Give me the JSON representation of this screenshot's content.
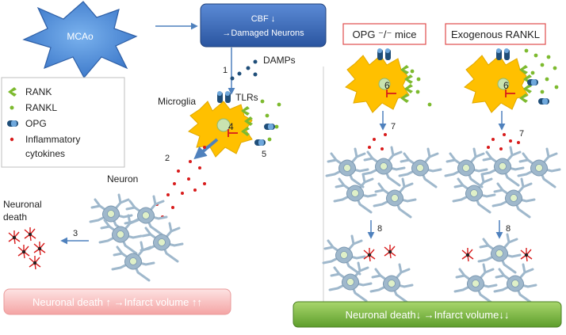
{
  "nodes": {
    "mcao": "MCAo",
    "cbf_line1": "CBF ↓",
    "cbf_line2": "→Damaged Neurons",
    "damps": "DAMPs",
    "microglia": "Microglia",
    "tlrs": "TLRs",
    "neuron": "Neuron",
    "neuronal_death_line1": "Neuronal",
    "neuronal_death_line2": "death",
    "opg_mice": "OPG ⁻/⁻ mice",
    "exogenous_rankl": "Exogenous RANKL"
  },
  "steps": [
    "1",
    "2",
    "3",
    "4",
    "5",
    "6",
    "6",
    "7",
    "7",
    "8",
    "8"
  ],
  "legend": {
    "rank": "RANK",
    "rankl": "RANKL",
    "opg": "OPG",
    "cytokines_line1": "Inflammatory",
    "cytokines_line2": "cytokines"
  },
  "outcomes": {
    "left": "Neuronal death ↑ →Infarct volume ↑↑",
    "right": "Neuronal  death↓ →Infarct volume↓↓"
  },
  "colors": {
    "microglia": "#ffc000",
    "rank": "#7dba2f",
    "opg": "#1f4e79",
    "cytokine": "#d81b1b",
    "neuron": "#9fb8cc",
    "cbf_box": "#3464b4",
    "star": "#4a86d4",
    "left_outcome": "#f7b8b8",
    "right_outcome": "#7ab648"
  }
}
